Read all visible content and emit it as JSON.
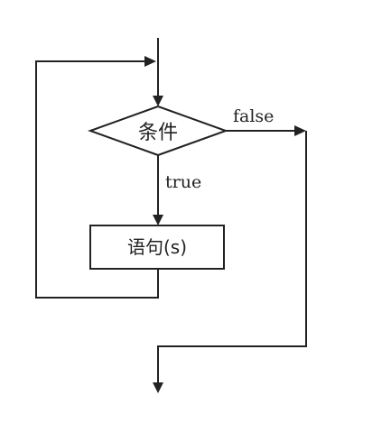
{
  "flowchart": {
    "condition_label": "条件",
    "statement_label": "语句(s)",
    "true_label": "true",
    "false_label": "false"
  }
}
